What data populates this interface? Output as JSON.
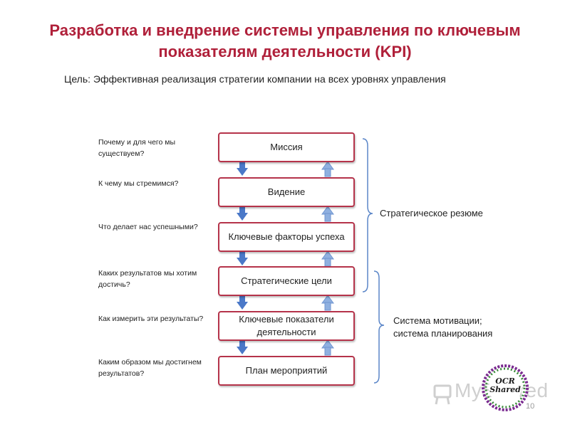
{
  "slide": {
    "title": "Разработка и внедрение системы управления по ключевым показателям деятельности (KPI)",
    "goal": "Цель: Эффективная реализация стратегии  компании на всех уровнях управления",
    "page_number": "10"
  },
  "questions": [
    "Почему и для чего мы существуем?",
    "К чему мы стремимся?",
    "Что делает нас успешными?",
    "Каких результатов мы хотим достичь?",
    "Как измерить эти результаты?",
    "Каким образом мы достигнем результатов?"
  ],
  "levels": [
    "Миссия",
    "Видение",
    "Ключевые факторы успеха",
    "Стратегические цели",
    "Ключевые показатели деятельности",
    "План мероприятий"
  ],
  "groups": {
    "strategic": "Стратегическое резюме",
    "motivation": "Система мотивации; система планирования"
  },
  "watermark": {
    "text": "MyShared",
    "badge_line1": "OCR",
    "badge_line2": "Shared"
  },
  "colors": {
    "title": "#b0203a",
    "box_border": "#b5334a",
    "arrow_down": "#4a78c8",
    "arrow_up": "#8fb0e0",
    "bracket": "#5b86c8"
  }
}
